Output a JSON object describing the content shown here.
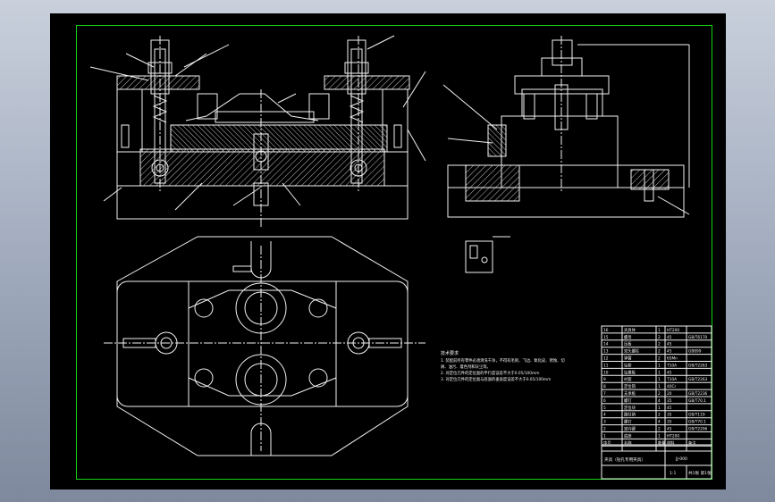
{
  "drawing": {
    "title_block_name": "夹具（钻孔专用夹具）",
    "drawing_no": "JJ-000",
    "scale": "1:1",
    "sheet": "共1张 第1张",
    "tech_notes_title": "技术要求",
    "tech_notes": [
      "1. 装配前所有零件必须清洗干净，不得有毛刺、飞边、氧化皮、锈蚀、切",
      "   屑、油污、着色剂和灰尘等。",
      "2. 对定位元件的定位面的平行度误差不大于0.05/100mm",
      "3. 对定位元件的定位面与底面的垂直度误差不大于0.05/100mm"
    ],
    "bom_header": [
      "序号",
      "名称",
      "数量",
      "材料",
      "备注"
    ],
    "bom_rows": [
      [
        "16",
        "夹具体",
        "1",
        "HT200",
        ""
      ],
      [
        "15",
        "螺母",
        "2",
        "45",
        "GB/T6170"
      ],
      [
        "14",
        "压板",
        "2",
        "45",
        ""
      ],
      [
        "13",
        "双头螺柱",
        "2",
        "45",
        "GB899"
      ],
      [
        "12",
        "弹簧",
        "2",
        "65Mn",
        ""
      ],
      [
        "11",
        "钻套",
        "1",
        "T10A",
        "GB/T2263"
      ],
      [
        "10",
        "钻模板",
        "1",
        "45",
        ""
      ],
      [
        "9",
        "衬套",
        "1",
        "T10A",
        "GB/T2263"
      ],
      [
        "8",
        "定位销",
        "1",
        "40Cr",
        ""
      ],
      [
        "7",
        "支承板",
        "2",
        "20",
        "GB/T2236"
      ],
      [
        "6",
        "螺钉",
        "4",
        "35",
        "GB/T70.1"
      ],
      [
        "5",
        "定位块",
        "1",
        "45",
        ""
      ],
      [
        "4",
        "圆柱销",
        "2",
        "35",
        "GB/T119"
      ],
      [
        "3",
        "螺钉",
        "4",
        "35",
        "GB/T70.1"
      ],
      [
        "2",
        "定向键",
        "2",
        "45",
        "GB/T2206"
      ],
      [
        "1",
        "底座",
        "1",
        "HT200",
        ""
      ]
    ]
  }
}
